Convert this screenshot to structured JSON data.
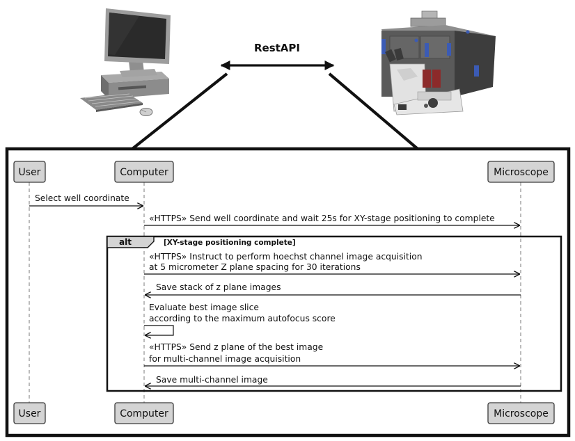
{
  "top": {
    "api_label": "RestAPI",
    "computer_icon": "desktop-computer",
    "microscope_icon": "automated-microscope"
  },
  "participants": {
    "user": "User",
    "computer": "Computer",
    "microscope": "Microscope"
  },
  "messages": {
    "m1": "Select well coordinate",
    "m2": "«HTTPS» Send well coordinate and wait 25s for XY-stage positioning to complete",
    "m3_line1": "«HTTPS» Instruct to perform hoechst channel image acquisition",
    "m3_line2": "at 5 micrometer Z plane spacing for 30 iterations",
    "m4": "Save stack of z plane images",
    "m5_line1": "Evaluate best image slice",
    "m5_line2": "according to the maximum autofocus score",
    "m6_line1": "«HTTPS» Send z plane of the best image",
    "m6_line2": "for multi-channel image acquisition",
    "m7": "Save multi-channel image"
  },
  "fragment": {
    "operator": "alt",
    "guard": "[XY-stage positioning complete]"
  }
}
